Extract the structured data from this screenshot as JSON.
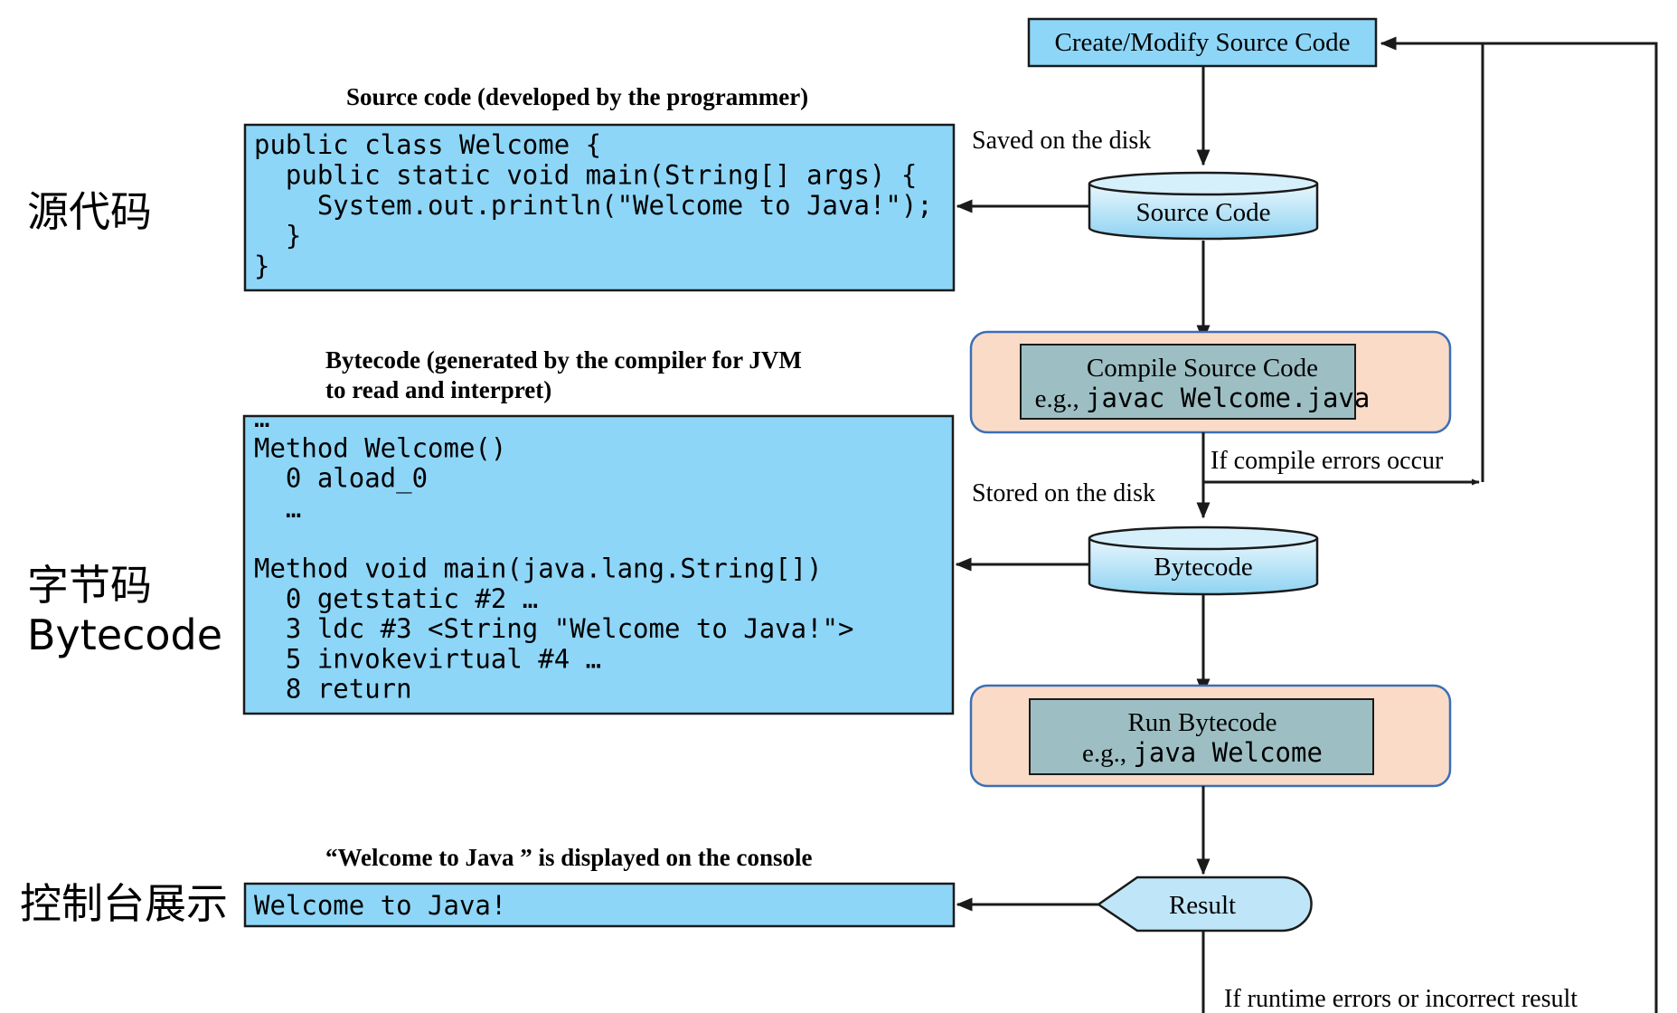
{
  "side_labels": {
    "source": "源代码",
    "bytecode_cn": "字节码",
    "bytecode_en": "Bytecode",
    "console": "控制台展示"
  },
  "captions": {
    "source": "Source code (developed by the programmer)",
    "bytecode_line1": "Bytecode (generated by the compiler for JVM",
    "bytecode_line2": "to read and interpret)",
    "console": "“Welcome to Java ” is displayed on the console"
  },
  "source_code_lines": [
    "public class Welcome {",
    "  public static void main(String[] args) {",
    "    System.out.println(\"Welcome to Java!\");",
    "  }",
    "}"
  ],
  "bytecode_lines": [
    "…",
    "Method Welcome()",
    "  0 aload_0",
    "  …",
    "",
    "Method void main(java.lang.String[])",
    "  0 getstatic #2 …",
    "  3 ldc #3 <String \"Welcome to Java!\">",
    "  5 invokevirtual #4 …",
    "  8 return"
  ],
  "console_output": "Welcome to Java!",
  "flow": {
    "create": "Create/Modify Source Code",
    "saved": "Saved on the disk",
    "source_db": "Source Code",
    "compile_title": "Compile Source Code",
    "compile_eg": "e.g., ",
    "compile_cmd": "javac Welcome.java",
    "compile_errors": "If compile errors occur",
    "stored": "Stored on the disk",
    "bytecode_db": "Bytecode",
    "run_title": "Run Bytecode",
    "run_eg": "e.g., ",
    "run_cmd": "java Welcome",
    "result": "Result",
    "runtime_errors": "If runtime errors or incorrect result"
  },
  "colors": {
    "code_box": "#8ed6f7",
    "db_fill": "#bfe6f8",
    "step_outer": "#fadbc8",
    "step_outer_border": "#3a6fb5",
    "step_inner": "#9dbfc4",
    "create_box": "#8ed6f7",
    "result_fill": "#bfe6f8",
    "line": "#1a1a1a"
  }
}
